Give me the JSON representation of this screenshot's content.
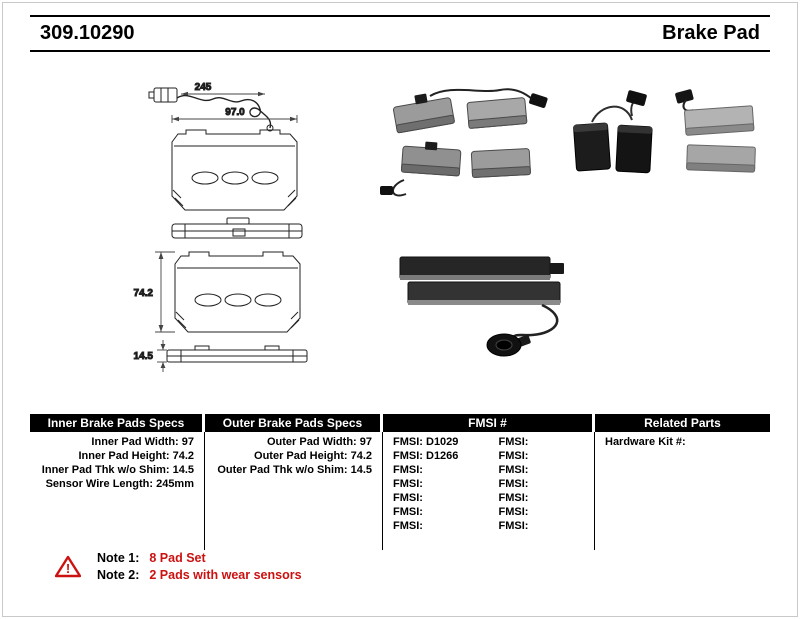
{
  "header": {
    "part_number": "309.10290",
    "product_name": "Brake Pad"
  },
  "diagram": {
    "dims": {
      "sensor_wire": "245",
      "width": "97.0",
      "height": "74.2",
      "thickness": "14.5"
    }
  },
  "table": {
    "inner": {
      "header": "Inner Brake Pads Specs",
      "rows": [
        "Inner Pad Width: 97",
        "Inner Pad Height: 74.2",
        "Inner Pad Thk w/o Shim: 14.5",
        "Sensor Wire Length: 245mm"
      ]
    },
    "outer": {
      "header": "Outer Brake Pads Specs",
      "rows": [
        "Outer Pad Width: 97",
        "Outer Pad Height: 74.2",
        "Outer Pad Thk w/o Shim: 14.5"
      ]
    },
    "fmsi": {
      "header": "FMSI #",
      "left": [
        "FMSI: D1029",
        "FMSI: D1266",
        "FMSI:",
        "FMSI:",
        "FMSI:",
        "FMSI:",
        "FMSI:"
      ],
      "right": [
        "FMSI:",
        "FMSI:",
        "FMSI:",
        "FMSI:",
        "FMSI:",
        "FMSI:",
        "FMSI:"
      ]
    },
    "related": {
      "header": "Related Parts",
      "rows": [
        "Hardware Kit #:"
      ]
    }
  },
  "notes": {
    "warning_symbol": "!",
    "note1_label": "Note 1:",
    "note1_value": "8 Pad Set",
    "note2_label": "Note 2:",
    "note2_value": "2 Pads with wear sensors"
  },
  "colors": {
    "accent_red": "#cc1111",
    "table_header_bg": "#000000"
  }
}
